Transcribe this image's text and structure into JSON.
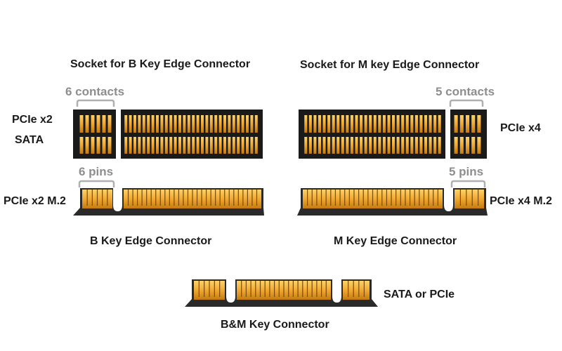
{
  "texts": {
    "b_socket_title": "Socket for B Key Edge Connector",
    "m_socket_title": "Socket for M key Edge Connector",
    "b_contacts": "6 contacts",
    "m_contacts": "5 contacts",
    "b_pcie": "PCIe x2",
    "b_sata": "SATA",
    "m_pcie": "PCIe x4",
    "b_pins": "6 pins",
    "m_pins": "5 pins",
    "b_edge_side": "PCIe x2 M.2",
    "m_edge_side": "PCIe x4 M.2",
    "b_edge_title": "B Key Edge Connector",
    "m_edge_title": "M Key Edge Connector",
    "bm_side": "SATA or PCIe",
    "bm_title": "B&M Key Connector"
  },
  "colors": {
    "gold": "#f0a830",
    "gold_dark": "#c47a10",
    "socket_body": "#1a1a1a",
    "edge_body": "#2a2a2a",
    "bracket_gray": "#b0b0b0",
    "label_gray": "#8e8e8e",
    "label_dark": "#1a1a1a"
  }
}
